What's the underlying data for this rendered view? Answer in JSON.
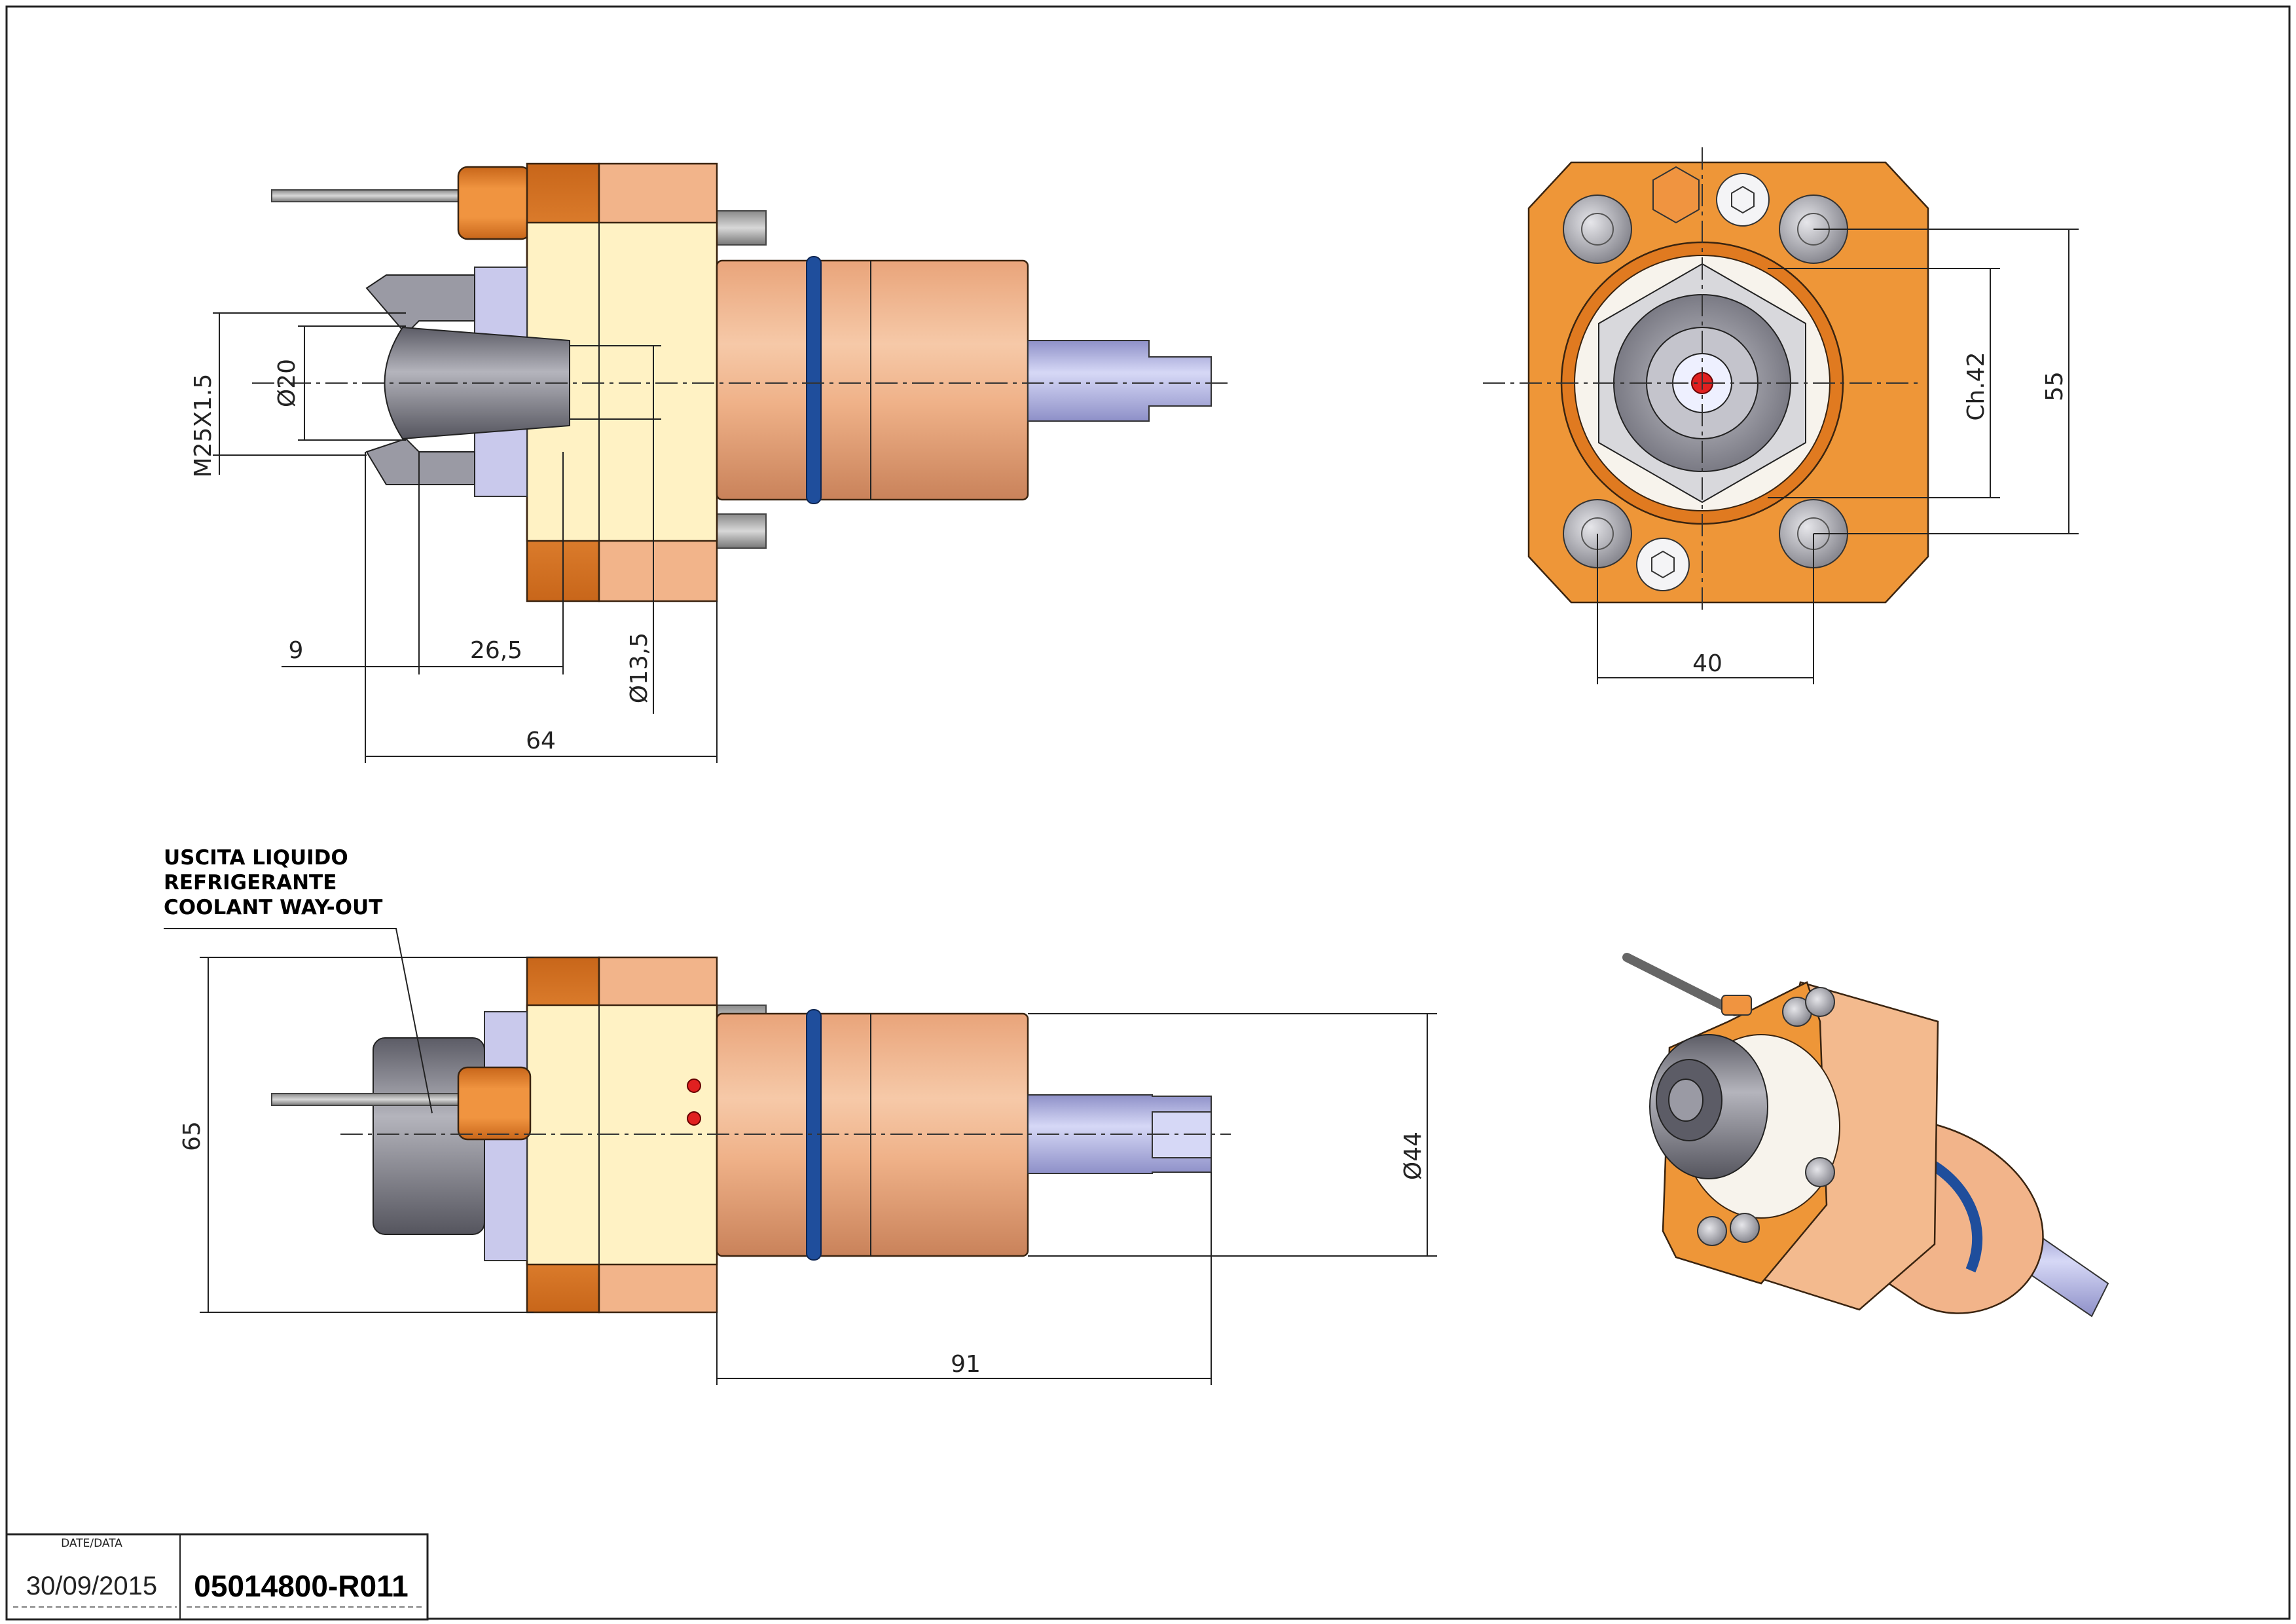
{
  "dimensions": {
    "thread": "M25X1.5",
    "collet_diameter": "Ø20",
    "spindle_diameter": "Ø13,5",
    "d9": "9",
    "d26_5": "26,5",
    "d64": "64",
    "flats": "Ch.42",
    "d55": "55",
    "d40": "40",
    "d65": "65",
    "body_diameter": "Ø44",
    "d91": "91"
  },
  "notes": {
    "coolant_line1": "USCITA LIQUIDO",
    "coolant_line2": "REFRIGERANTE",
    "coolant_line3": "COOLANT WAY-OUT"
  },
  "title_block": {
    "date_label": "DATE/DATA",
    "date": "30/09/2015",
    "drawing_number": "05014800-R011"
  },
  "colors": {
    "flange_orange": "#e98a2c",
    "body_peach": "#f0b690",
    "face_cream": "#fff2c4",
    "oring_blue": "#1f4e9c",
    "shaft_lavender": "#aeb0e4",
    "nut_grey": "#7c7c86",
    "coolant_red": "#e02020"
  }
}
